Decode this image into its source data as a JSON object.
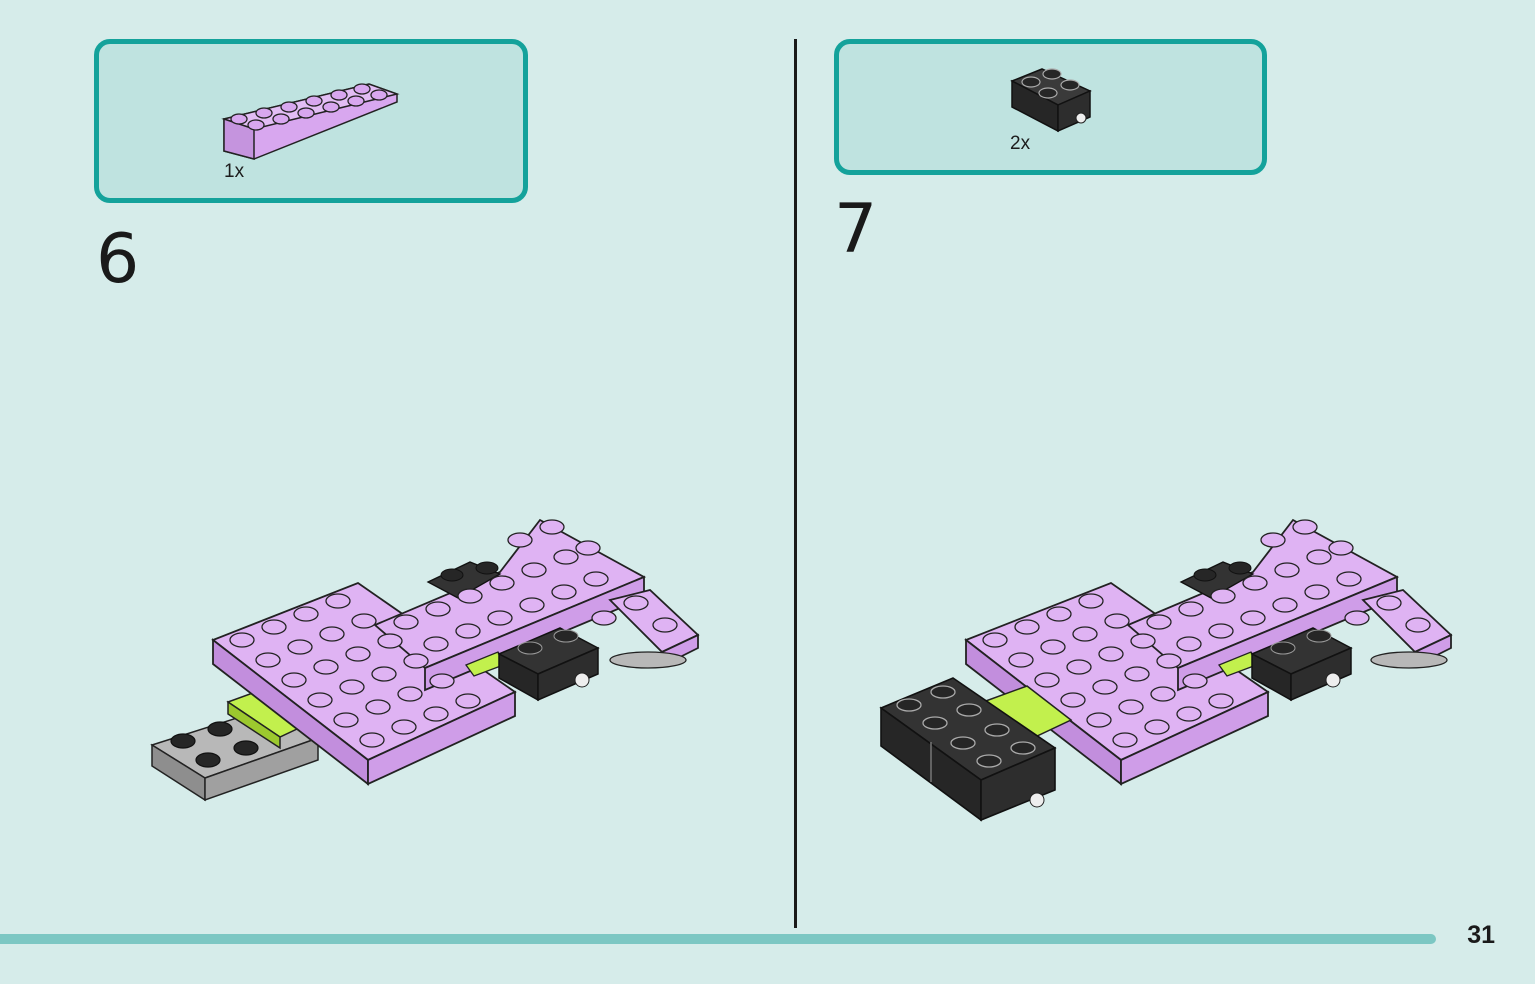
{
  "steps": [
    {
      "number": "6",
      "parts": [
        {
          "qty": "1x",
          "piece": "lavender-plate-2x6"
        }
      ]
    },
    {
      "number": "7",
      "parts": [
        {
          "qty": "2x",
          "piece": "black-wheel-holder-2x2"
        }
      ]
    }
  ],
  "page_number": "31",
  "colors": {
    "background": "#d6ecea",
    "box_border": "#14a29b",
    "box_fill": "#bfe3e0",
    "lavender": "#d8a7ef",
    "lime": "#b5e83b",
    "black": "#262626",
    "gray": "#a5a5a5",
    "footer_bar": "#7cc7c3"
  }
}
